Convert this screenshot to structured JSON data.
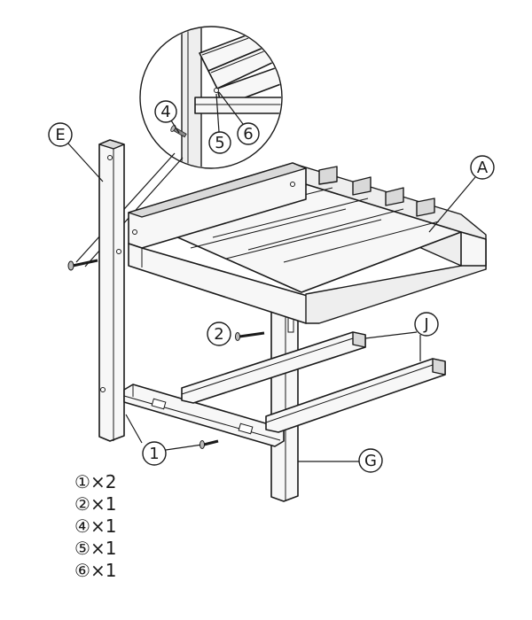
{
  "diagram": {
    "part_labels": {
      "E": "E",
      "A": "A",
      "J": "J",
      "G": "G"
    },
    "callouts": {
      "c1": "1",
      "c2": "2",
      "c4": "4",
      "c5": "5",
      "c6": "6"
    },
    "quantities": [
      {
        "num": "①",
        "count": "×2"
      },
      {
        "num": "②",
        "count": "×1"
      },
      {
        "num": "④",
        "count": "×1"
      },
      {
        "num": "⑤",
        "count": "×1"
      },
      {
        "num": "⑥",
        "count": "×1"
      }
    ]
  }
}
